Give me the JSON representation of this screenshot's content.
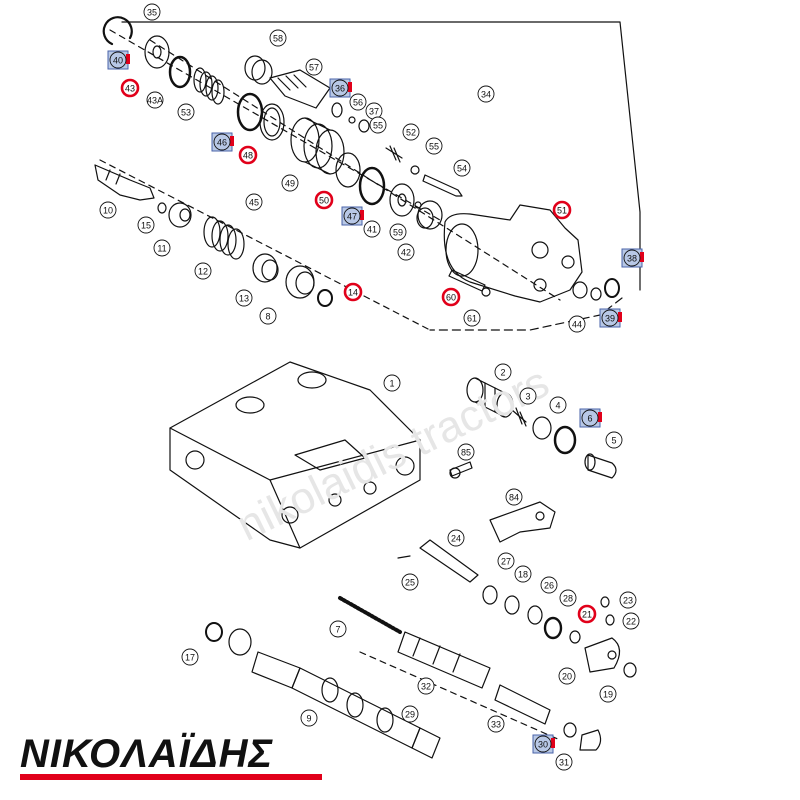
{
  "brand": {
    "name": "ΝΙΚΟΛΑΪΔΗΣ",
    "color": "#e1001a"
  },
  "watermark": "nikolaidis tractors",
  "colors": {
    "ink": "#111111",
    "highlight_fill": "#b8c8e6",
    "highlight_stroke": "#4a63a8",
    "red": "#e1001a"
  },
  "callouts": [
    "35",
    "40",
    "43",
    "43A",
    "53",
    "58",
    "57",
    "36",
    "56",
    "37",
    "55",
    "52",
    "55",
    "54",
    "34",
    "46",
    "48",
    "49",
    "50",
    "47",
    "41",
    "59",
    "42",
    "45",
    "51",
    "38",
    "39",
    "60",
    "61",
    "44",
    "10",
    "15",
    "11",
    "12",
    "13",
    "8",
    "14",
    "2",
    "3",
    "4",
    "6",
    "5",
    "85",
    "84",
    "24",
    "25",
    "27",
    "18",
    "26",
    "28",
    "21",
    "23",
    "22",
    "7",
    "32",
    "20",
    "17",
    "1",
    "9",
    "29",
    "33",
    "30",
    "31",
    "19"
  ]
}
